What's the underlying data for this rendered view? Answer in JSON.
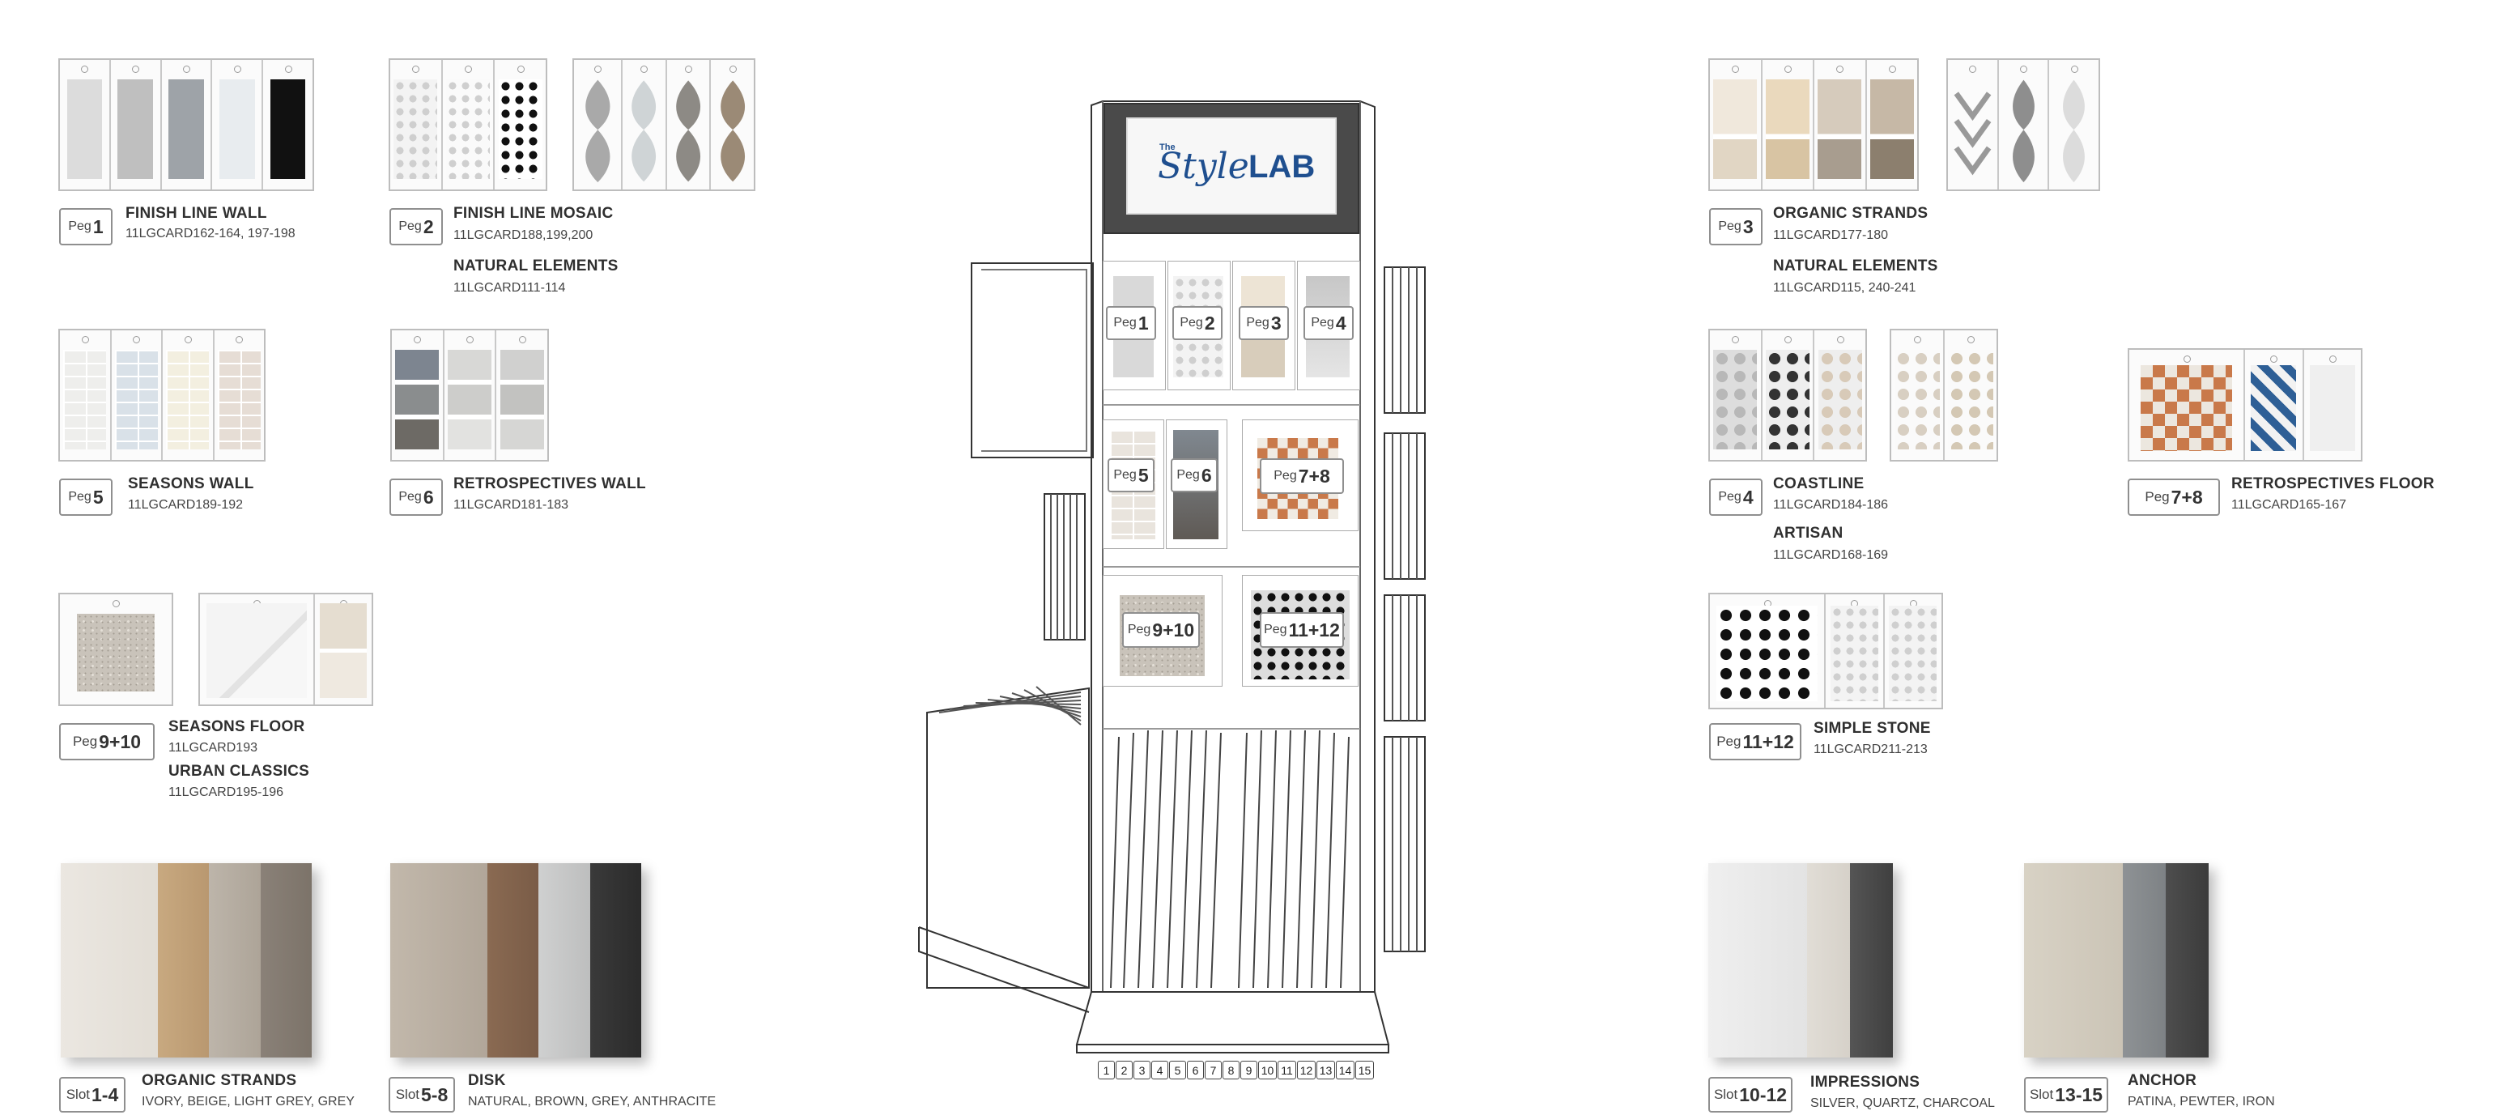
{
  "pegs": {
    "p1": {
      "kw": "Peg",
      "nm": "1",
      "title": "FINISH LINE WALL",
      "code": "11LGCARD162-164, 197-198"
    },
    "p2": {
      "kw": "Peg",
      "nm": "2",
      "title": "FINISH LINE MOSAIC",
      "code": "11LGCARD188,199,200",
      "title2": "NATURAL ELEMENTS",
      "code2": "11LGCARD111-114"
    },
    "p3": {
      "kw": "Peg",
      "nm": "3",
      "title": "ORGANIC STRANDS",
      "code": "11LGCARD177-180",
      "title2": "NATURAL ELEMENTS",
      "code2": "11LGCARD115, 240-241"
    },
    "p4": {
      "kw": "Peg",
      "nm": "4",
      "title": "COASTLINE",
      "code": "11LGCARD184-186",
      "title2": "ARTISAN",
      "code2": "11LGCARD168-169"
    },
    "p5": {
      "kw": "Peg",
      "nm": "5",
      "title": "SEASONS WALL",
      "code": "11LGCARD189-192"
    },
    "p6": {
      "kw": "Peg",
      "nm": "6",
      "title": "RETROSPECTIVES WALL",
      "code": "11LGCARD181-183"
    },
    "p78": {
      "kw": "Peg",
      "nm": "7+8",
      "title": "RETROSPECTIVES FLOOR",
      "code": "11LGCARD165-167"
    },
    "p910": {
      "kw": "Peg",
      "nm": "9+10",
      "title": "SEASONS FLOOR",
      "code": "11LGCARD193",
      "title2": "URBAN CLASSICS",
      "code2": "11LGCARD195-196"
    },
    "p1112": {
      "kw": "Peg",
      "nm": "11+12",
      "title": "SIMPLE STONE",
      "code": "11LGCARD211-213"
    }
  },
  "slots": {
    "s14": {
      "kw": "Slot",
      "nm": "1-4",
      "title": "ORGANIC STRANDS",
      "code": "IVORY, BEIGE, LIGHT GREY, GREY"
    },
    "s58": {
      "kw": "Slot",
      "nm": "5-8",
      "title": "DISK",
      "code": "NATURAL, BROWN, GREY, ANTHRACITE"
    },
    "s1012": {
      "kw": "Slot",
      "nm": "10-12",
      "title": "IMPRESSIONS",
      "code": "SILVER, QUARTZ, CHARCOAL"
    },
    "s1315": {
      "kw": "Slot",
      "nm": "13-15",
      "title": "ANCHOR",
      "code": "PATINA, PEWTER, IRON"
    }
  },
  "display": {
    "header_small": "The",
    "header_script": "Style",
    "header_bold": "LAB",
    "slot_numbers": [
      "1",
      "2",
      "3",
      "4",
      "5",
      "6",
      "7",
      "8",
      "9",
      "10",
      "11",
      "12",
      "13",
      "14",
      "15"
    ],
    "peg_labels": [
      {
        "kw": "Peg",
        "nm": "1"
      },
      {
        "kw": "Peg",
        "nm": "2"
      },
      {
        "kw": "Peg",
        "nm": "3"
      },
      {
        "kw": "Peg",
        "nm": "4"
      },
      {
        "kw": "Peg",
        "nm": "5"
      },
      {
        "kw": "Peg",
        "nm": "6"
      },
      {
        "kw": "Peg",
        "nm": "7+8"
      },
      {
        "kw": "Peg",
        "nm": "9+10"
      },
      {
        "kw": "Peg",
        "nm": "11+12"
      }
    ]
  },
  "colors": {
    "brand_blue": "#1f4f8f",
    "header_gray": "#4a4a4a",
    "line": "#333333"
  }
}
